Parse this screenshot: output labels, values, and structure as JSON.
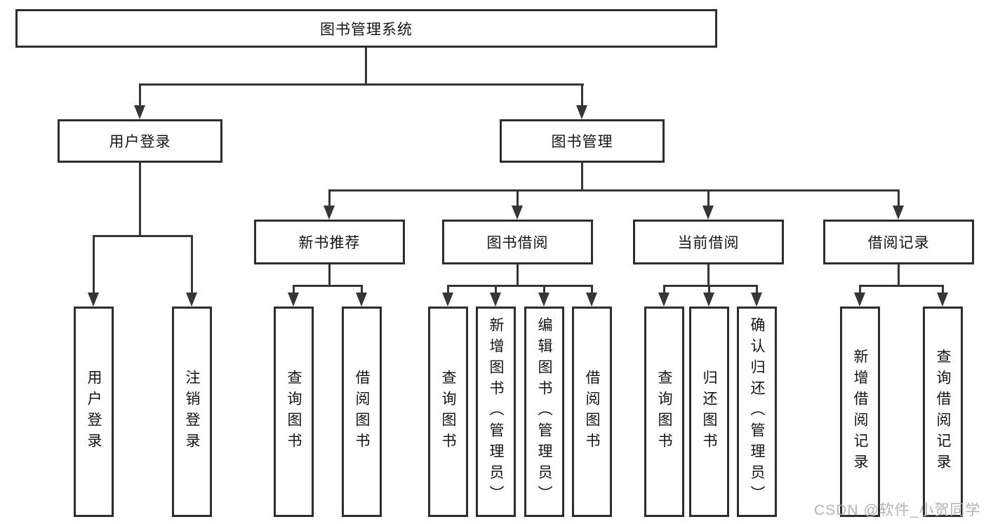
{
  "diagram": {
    "root": {
      "label": "图书管理系统"
    },
    "branches": [
      {
        "label": "用户登录",
        "children": [
          {
            "label": "用户登录"
          },
          {
            "label": "注销登录"
          }
        ]
      },
      {
        "label": "图书管理",
        "children": [
          {
            "label": "新书推荐",
            "children": [
              {
                "label": "查询图书"
              },
              {
                "label": "借阅图书"
              }
            ]
          },
          {
            "label": "图书借阅",
            "children": [
              {
                "label": "查询图书"
              },
              {
                "label": "新增图书（管理员）"
              },
              {
                "label": "编辑图书（管理员）"
              },
              {
                "label": "借阅图书"
              }
            ]
          },
          {
            "label": "当前借阅",
            "children": [
              {
                "label": "查询图书"
              },
              {
                "label": "归还图书"
              },
              {
                "label": "确认归还（管理员）"
              }
            ]
          },
          {
            "label": "借阅记录",
            "children": [
              {
                "label": "新增借阅记录"
              },
              {
                "label": "查询借阅记录"
              }
            ]
          }
        ]
      }
    ]
  },
  "watermark": "CSDN @软件_小贺同学",
  "colors": {
    "line": "#363636",
    "box_border": "#2d2d2d",
    "box_fill": "#ffffff",
    "text": "#141414",
    "watermark": "#acacac"
  }
}
